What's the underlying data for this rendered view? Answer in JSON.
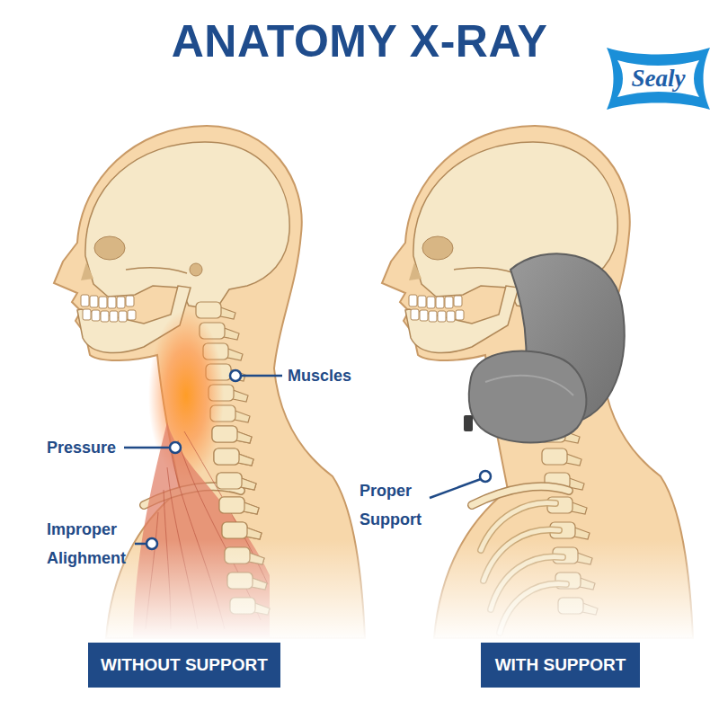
{
  "diagram": {
    "title": "ANATOMY X-RAY",
    "nodes": [
      {
        "text": [
          "Sealy"
        ]
      },
      {
        "text": [
          "WITHOUT SUPPORT"
        ]
      },
      {
        "text": [
          "WITH SUPPORT"
        ]
      }
    ],
    "labels": [
      "Muscles",
      "Pressure",
      "Improper Alighment",
      "Proper Support"
    ]
  }
}
